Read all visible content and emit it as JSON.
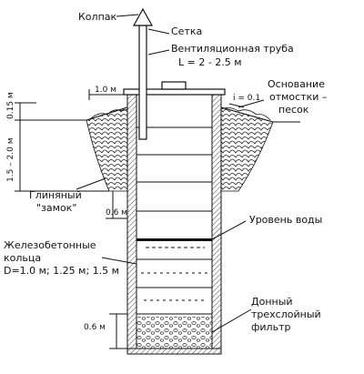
{
  "labels": {
    "cap": "Колпак",
    "mesh": "Сетка",
    "vent_pipe": "Вентиляционная труба",
    "vent_length": "L = 2 - 2.5 м",
    "base": "Основание",
    "base_line2": "отмостки –",
    "base_line3": "песок",
    "slope": "i = 0.1",
    "dim_top": "1.0 м",
    "dim_side_top": "0.15 м",
    "dim_side": "1.5 – 2.0 м",
    "clay": "Глиняный",
    "clay2": "\"замок\"",
    "dim_mid": "0.6 м",
    "water": "Уровень воды",
    "rings": "Железобетонные",
    "rings2": "кольца",
    "rings3": "D=1.0 м; 1.25 м; 1.5 м",
    "filter": "Донный",
    "filter2": "трехслойный",
    "filter3": "фильтр",
    "dim_bottom": "0.6 м"
  }
}
